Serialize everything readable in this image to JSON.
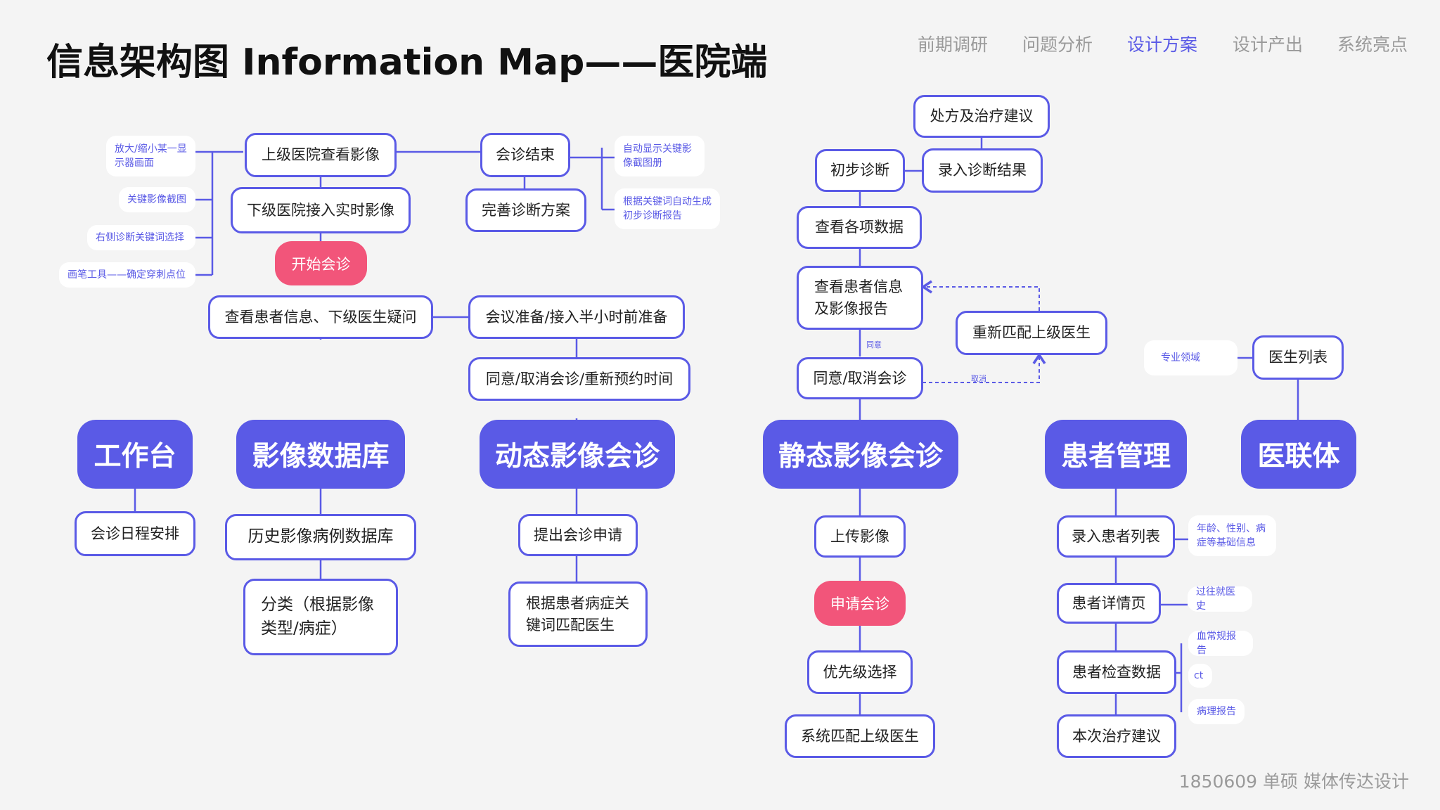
{
  "header": {
    "title": "信息架构图 Information Map——医院端",
    "nav": [
      {
        "label": "前期调研"
      },
      {
        "label": "问题分析"
      },
      {
        "label": "设计方案",
        "active": true
      },
      {
        "label": "设计产出"
      },
      {
        "label": "系统亮点"
      }
    ]
  },
  "footer": {
    "credit": "1850609 单硕 媒体传达设计"
  },
  "colors": {
    "accent": "#5a5ae6",
    "highlight": "#f2557a",
    "background": "#f4f4f4"
  },
  "main_nodes": {
    "workbench": "工作台",
    "image_db": "影像数据库",
    "dynamic": "动态影像会诊",
    "static": "静态影像会诊",
    "patient": "患者管理",
    "alliance": "医联体"
  },
  "workbench": {
    "schedule": "会诊日程安排"
  },
  "image_db": {
    "history": "历史影像病例数据库",
    "classify": "分类（根据影像类型/病症）"
  },
  "dynamic": {
    "apply": "提出会诊申请",
    "match": "根据患者病症关键词匹配医生",
    "agree": "同意/取消会诊/重新预约时间",
    "prepare": "会议准备/接入半小时前准备",
    "check_info": "查看患者信息、下级医生疑问",
    "start": "开始会诊",
    "lower_access": "下级医院接入实时影像",
    "upper_view": "上级医院查看影像",
    "end": "会诊结束",
    "improve": "完善诊断方案",
    "notes_left": [
      "放大/缩小某一显示器画面",
      "关键影像截图",
      "右侧诊断关键词选择",
      "画笔工具——确定穿刺点位"
    ],
    "notes_right": [
      "自动显示关键影像截图册",
      "根据关键词自动生成初步诊断报告"
    ]
  },
  "static": {
    "upload": "上传影像",
    "apply": "申请会诊",
    "priority": "优先级选择",
    "match_upper": "系统匹配上级医生",
    "agree": "同意/取消会诊",
    "check_info": "查看患者信息及影像报告",
    "check_data": "查看各项数据",
    "prelim": "初步诊断",
    "enter_result": "录入诊断结果",
    "prescription": "处方及治疗建议",
    "rematch": "重新匹配上级医生",
    "label_agree": "同意",
    "label_cancel": "取消"
  },
  "patient": {
    "enter_list": "录入患者列表",
    "detail": "患者详情页",
    "exam": "患者检查数据",
    "advice": "本次治疗建议",
    "note_basic": "年龄、性别、病症等基础信息",
    "note_history": "过往就医史",
    "note_exams": [
      "血常规报告",
      "ct",
      "病理报告"
    ]
  },
  "alliance": {
    "doctor_list": "医生列表",
    "note_field": "专业领域"
  }
}
